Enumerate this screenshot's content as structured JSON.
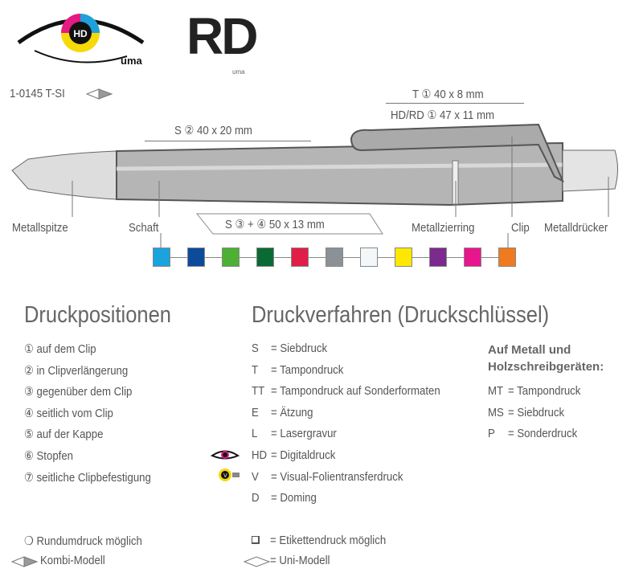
{
  "logos": {
    "hd_logo": "HD+ uma",
    "rd_logo": "RD",
    "rd_sub": "uma"
  },
  "product_code": "1-0145 T-SI",
  "dimensions": {
    "t": "T ① 40 x 8 mm",
    "hdrd": "HD/RD ① 47 x 11 mm",
    "s2": "S ② 40 x 20 mm",
    "s34": "S ③ + ④ 50 x 13 mm"
  },
  "parts": {
    "tip": "Metallspitze",
    "shaft": "Schaft",
    "ring": "Metallzierring",
    "clip": "Clip",
    "pusher": "Metalldrücker"
  },
  "colors": [
    "#1aa3dc",
    "#0d4a9a",
    "#4cb034",
    "#0a6a34",
    "#e01e48",
    "#8c9195",
    "#f4f7f9",
    "#ffe800",
    "#7b2a8e",
    "#e8168c",
    "#f07a20"
  ],
  "positions": {
    "title": "Druckpositionen",
    "items": [
      "① auf dem Clip",
      "② in Clipverlängerung",
      "③ gegenüber dem Clip",
      "④ seitlich vom Clip",
      "⑤ auf der Kappe",
      "⑥ Stopfen",
      "⑦ seitliche Clipbefestigung"
    ]
  },
  "methods": {
    "title": "Druckverfahren (Druckschlüssel)",
    "items": [
      {
        "code": "S",
        "label": "= Siebdruck"
      },
      {
        "code": "T",
        "label": "= Tampondruck"
      },
      {
        "code": "TT",
        "label": "= Tampondruck auf Sonderformaten"
      },
      {
        "code": "E",
        "label": "= Ätzung"
      },
      {
        "code": "L",
        "label": "= Lasergravur"
      },
      {
        "code": "HD",
        "label": "= Digitaldruck"
      },
      {
        "code": "V",
        "label": "= Visual-Folientransferdruck"
      },
      {
        "code": "D",
        "label": "= Doming"
      }
    ]
  },
  "metal": {
    "title1": "Auf Metall und",
    "title2": "Holzschreibgeräten:",
    "items": [
      {
        "code": "MT",
        "label": "= Tampondruck"
      },
      {
        "code": "MS",
        "label": "= Siebdruck"
      },
      {
        "code": "P",
        "label": "= Sonderdruck"
      }
    ]
  },
  "legend": {
    "round": "❍ Rundumdruck möglich",
    "kombi": "Kombi-Modell",
    "label": "= Etikettendruck möglich",
    "uni": "= Uni-Modell"
  }
}
